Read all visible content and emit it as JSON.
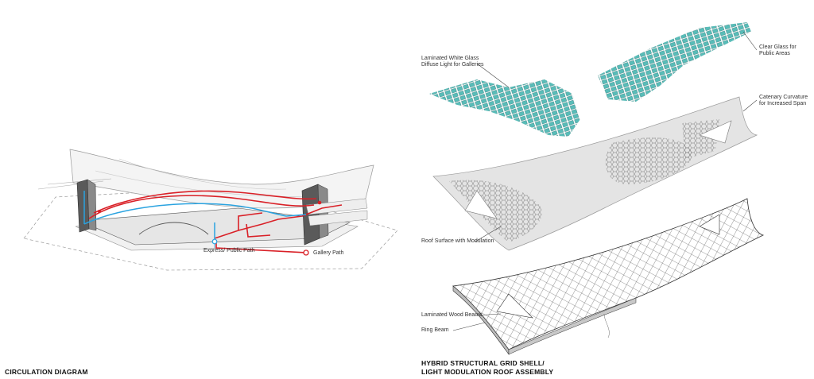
{
  "left_panel": {
    "title": "CIRCULATION DIAGRAM",
    "labels": {
      "express_path": "Express/ Public Path",
      "gallery_path": "Gallery Path"
    },
    "colors": {
      "express": "#2aa3e0",
      "gallery": "#d92027"
    }
  },
  "right_panel": {
    "title_line1": "HYBRID STRUCTURAL GRID SHELL/",
    "title_line2": "LIGHT MODULATION ROOF ASSEMBLY",
    "labels": {
      "white_glass": [
        "Laminated White Glass",
        "Diffuse Light for Galleries"
      ],
      "clear_glass": [
        "Clear Glass for",
        "Public Areas"
      ],
      "catenary": [
        "Catenary Curvature",
        "for Increased Span"
      ],
      "roof_surface": "Roof Surface with Modulation",
      "wood_beams": "Laminated Wood Beams",
      "ring_beam": "Ring Beam"
    },
    "colors": {
      "glass": "#4fb8b4",
      "surface": "#e4e4e4",
      "grid": "#555555"
    }
  }
}
